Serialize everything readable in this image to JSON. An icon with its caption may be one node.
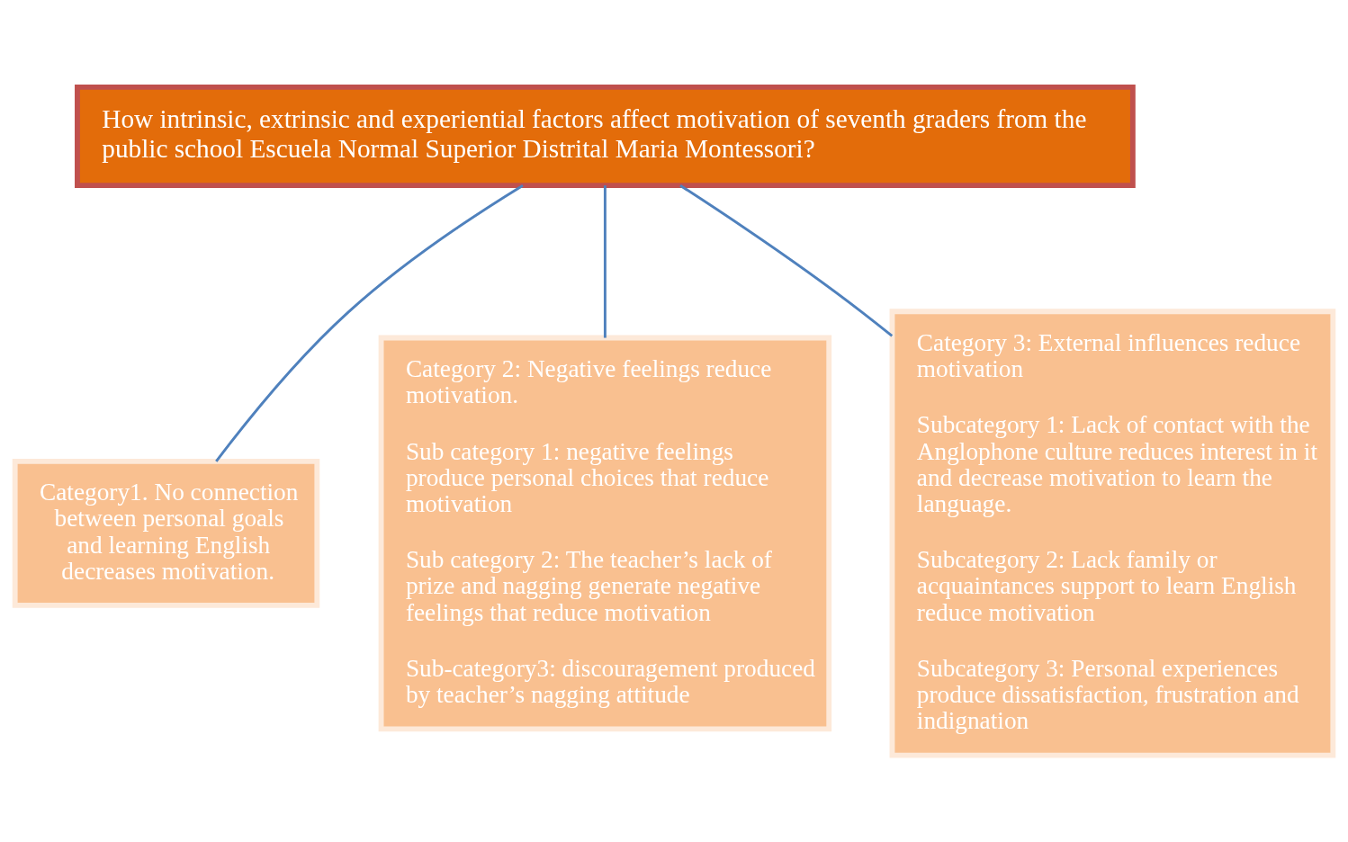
{
  "diagram": {
    "nodes": [
      {
        "text": [
          "How intrinsic, extrinsic and experiential factors affect motivation of seventh graders from the public school Escuela Normal Superior Distrital Maria Montessori?"
        ]
      },
      {
        "text": [
          "Category1. No connection between personal goals and learning English decreases motivation."
        ]
      },
      {
        "text": [
          "Category 2: Negative feelings reduce motivation.",
          "Sub category 1: negative feelings produce personal choices that reduce motivation",
          "Sub category 2: The teacher’s lack of prize and nagging generate negative feelings that reduce motivation",
          "Sub-category3: discouragement produced by teacher’s nagging attitude"
        ]
      },
      {
        "text": [
          "Category 3: External influences reduce motivation",
          "Subcategory 1: Lack of contact with the Anglophone culture reduces interest in it and decrease motivation to learn the language.",
          "Subcategory 2: Lack family or acquaintances support to learn English reduce motivation",
          "Subcategory 3: Personal experiences produce dissatisfaction, frustration and indignation"
        ]
      }
    ],
    "edges": [
      {
        "from": 0,
        "to": 1,
        "arrow": "none"
      },
      {
        "from": 0,
        "to": 2,
        "arrow": "none"
      },
      {
        "from": 0,
        "to": 3,
        "arrow": "none"
      }
    ]
  }
}
